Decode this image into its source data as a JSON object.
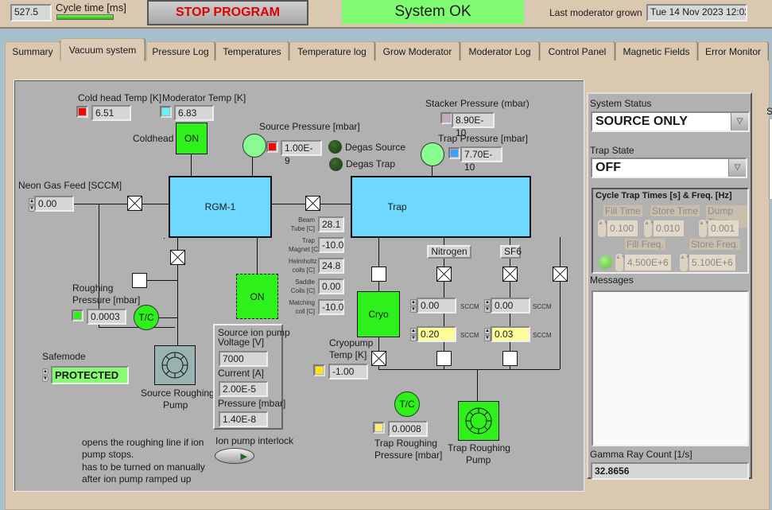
{
  "header": {
    "cycle_time_value": "527.5",
    "cycle_time_label": "Cycle time [ms]",
    "cycle_time_bar_fraction": 1.0,
    "stop_button": "STOP PROGRAM",
    "system_status_text": "System OK",
    "last_moderator_label": "Last moderator grown",
    "last_moderator_value": "Tue 14 Nov 2023 12:02"
  },
  "tabs": [
    {
      "label": "Summary",
      "active": false
    },
    {
      "label": "Vacuum system",
      "active": true
    },
    {
      "label": "Pressure Log",
      "active": false
    },
    {
      "label": "Temperatures",
      "active": false
    },
    {
      "label": "Temperature log",
      "active": false
    },
    {
      "label": "Grow Moderator",
      "active": false
    },
    {
      "label": "Moderator Log",
      "active": false
    },
    {
      "label": "Control Panel",
      "active": false
    },
    {
      "label": "Magnetic Fields",
      "active": false
    },
    {
      "label": "Error Monitor",
      "active": false
    }
  ],
  "diagram": {
    "cold_head_temp_label": "Cold head Temp [K]",
    "cold_head_temp_value": "6.51",
    "moderator_temp_label": "Moderator Temp [K]",
    "moderator_temp_value": "6.83",
    "coldhead_label": "Coldhead",
    "coldhead_state": "ON",
    "source_pressure_label": "Source Pressure [mbar]",
    "source_pressure_value": "1.00E-9",
    "degas_source_label": "Degas Source",
    "degas_trap_label": "Degas Trap",
    "stacker_pressure_label": "Stacker Pressure (mbar)",
    "stacker_pressure_value": "8.90E-10",
    "trap_pressure_label": "Trap Pressure [mbar]",
    "trap_pressure_value": "7.70E-10",
    "neon_label": "Neon Gas Feed [SCCM]",
    "neon_value": "0.00",
    "rgm_label": "RGM-1",
    "trap_label": "Trap",
    "ion_pump_state": "ON",
    "temps": [
      {
        "label1": "Beam",
        "label2": "Tube [C]",
        "value": "28.1"
      },
      {
        "label1": "Trap",
        "label2": "Magnet [C]",
        "value": "-10.0"
      },
      {
        "label1": "Helmholtz",
        "label2": "coils [C]",
        "value": "24.8"
      },
      {
        "label1": "Saddle",
        "label2": "Coils [C]",
        "value": "0.00"
      },
      {
        "label1": "Matching",
        "label2": "coil [C]",
        "value": "-10.0"
      }
    ],
    "nitrogen_label": "Nitrogen",
    "sf6_label": "SF6",
    "nitrogen_read": "0.00",
    "nitrogen_set": "0.20",
    "sf6_read": "0.00",
    "sf6_set": "0.03",
    "sccm_unit": "SCCM",
    "cryo_label": "Cryo",
    "cryopump_temp_label1": "Cryopump",
    "cryopump_temp_label2": "Temp [K]",
    "cryopump_temp_value": "-1.00",
    "roughing_pressure_label1": "Roughing",
    "roughing_pressure_label2": "Pressure [mbar]",
    "roughing_pressure_value": "0.0003",
    "tc_label": "T/C",
    "safemode_label": "Safemode",
    "safemode_value": "PROTECTED",
    "source_roughing_pump_label1": "Source Roughing",
    "source_roughing_pump_label2": "Pump",
    "ion_pump_box": {
      "title": "Source ion pump",
      "voltage_label": "Voltage [V]",
      "voltage_value": "7000",
      "current_label": "Current [A]",
      "current_value": "2.00E-5",
      "pressure_label": "Pressure [mbar]",
      "pressure_value": "1.40E-8"
    },
    "note_line1": "opens the roughing line if ion",
    "note_line2": "pump stops.",
    "note_line3": "has to be turned on manually",
    "note_line4": "after ion pump ramped up",
    "ion_pump_interlock_label": "Ion pump interlock",
    "trap_roughing_pressure_label1": "Trap Roughing",
    "trap_roughing_pressure_label2": "Pressure [mbar]",
    "trap_roughing_pressure_value": "0.0008",
    "trap_roughing_pump_label1": "Trap Roughing",
    "trap_roughing_pump_label2": "Pump"
  },
  "colors": {
    "cold_head_led": "#ff0000",
    "moderator_led": "#5ff5f5",
    "source_pressure_led": "#ff0000",
    "stacker_led": "#c8a8c0",
    "trap_pressure_led": "#3ca0ff",
    "roughing_led": "#2ef01a",
    "cryopump_led": "#ffe800",
    "trap_roughing_led": "#fff07a"
  },
  "right_panel": {
    "system_status_label": "System Status",
    "system_status_value": "SOURCE ONLY",
    "trap_state_label": "Trap State",
    "trap_state_value": "OFF",
    "cycle_title": "Cycle Trap Times [s] & Freq. [Hz]",
    "fill_time_label": "Fill Time",
    "fill_time_value": "0.100",
    "store_time_label": "Store Time",
    "store_time_value": "0.010",
    "dump_time_label": "Dump Time",
    "dump_time_value": "0.001",
    "fill_freq_label": "Fill Freq.",
    "fill_freq_value": "4.500E+6",
    "store_freq_label": "Store Freq.",
    "store_freq_value": "5.100E+6",
    "messages_label": "Messages",
    "messages_value": "",
    "gamma_label": "Gamma Ray Count [1/s]",
    "gamma_value": "32.8656"
  },
  "far_right_label": "S"
}
